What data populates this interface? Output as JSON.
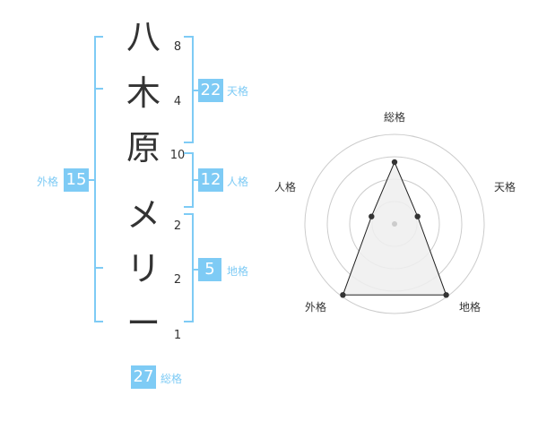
{
  "name_chars": [
    {
      "char": "八",
      "strokes": "8"
    },
    {
      "char": "木",
      "strokes": "4"
    },
    {
      "char": "原",
      "strokes": "10"
    },
    {
      "char": "メ",
      "strokes": "2"
    },
    {
      "char": "リ",
      "strokes": "2"
    },
    {
      "char": "ー",
      "strokes": "1"
    }
  ],
  "fortunes": {
    "tenkaku": {
      "value": "22",
      "label": "天格"
    },
    "jinkaku": {
      "value": "12",
      "label": "人格"
    },
    "chikaku": {
      "value": "5",
      "label": "地格"
    },
    "gaikaku": {
      "value": "15",
      "label": "外格"
    },
    "soukaku": {
      "value": "27",
      "label": "総格"
    }
  },
  "radar": {
    "axes": [
      "総格",
      "天格",
      "地格",
      "外格",
      "人格"
    ],
    "values": [
      0.69,
      0.27,
      0.98,
      0.98,
      0.27
    ],
    "ring_count": 4,
    "colors": {
      "ring": "#cccccc",
      "fill": "#eeeeee",
      "line": "#222222",
      "point": "#333333",
      "center": "#cccccc"
    }
  },
  "colors": {
    "accent": "#7ecbf5",
    "text": "#333333"
  }
}
